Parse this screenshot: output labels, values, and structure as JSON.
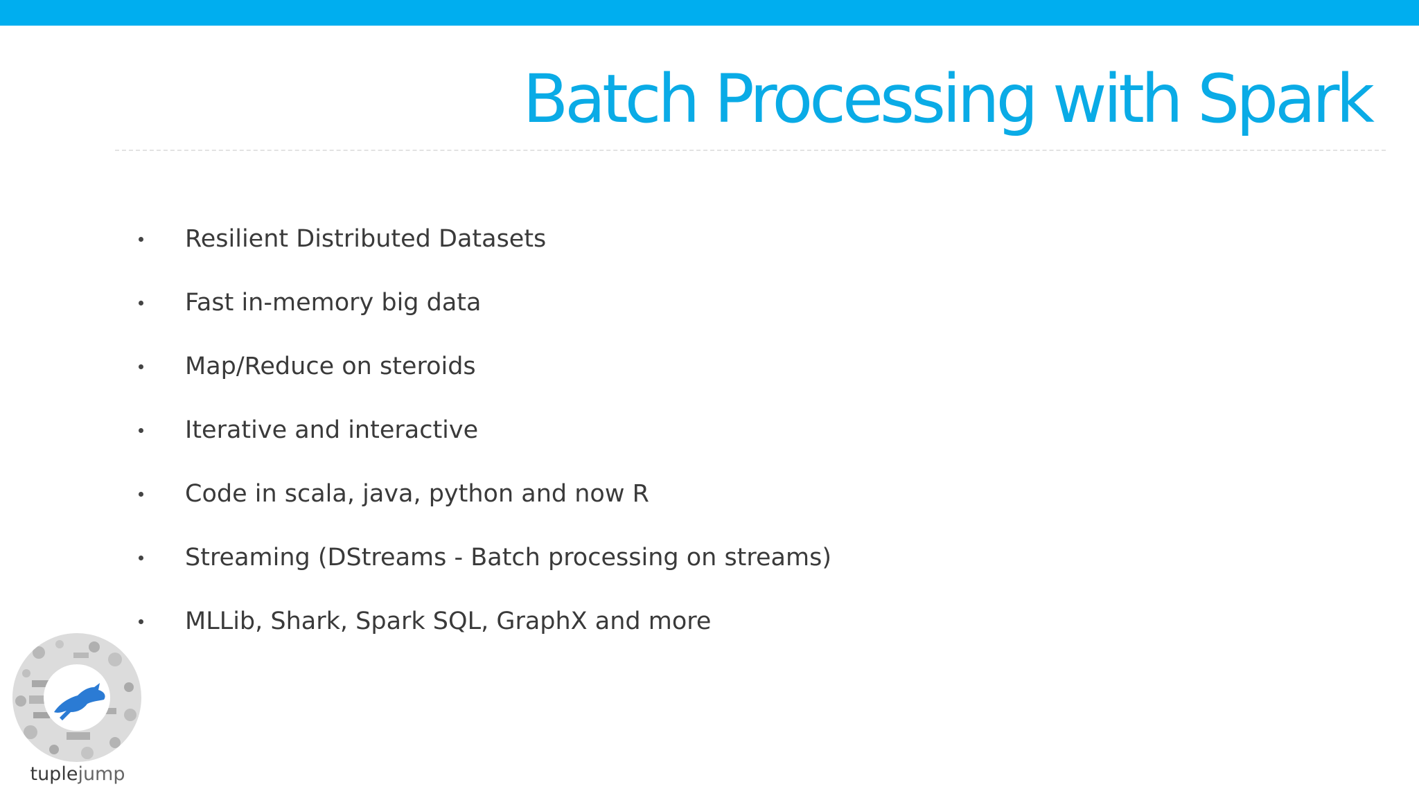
{
  "slide": {
    "title": "Batch Processing with Spark",
    "bullets": [
      "Resilient Distributed Datasets",
      "Fast in-memory big data",
      "Map/Reduce on steroids",
      "Iterative and interactive",
      "Code in scala, java, python and now R",
      "Streaming (DStreams - Batch processing on streams)",
      "MLLib, Shark, Spark SQL, GraphX and more"
    ]
  },
  "logo": {
    "wordmark_bold": "tuple",
    "wordmark_light": "jump",
    "icon": "leaping-hare-icon"
  },
  "colors": {
    "accent": "#00aeef",
    "title": "#0aabe6",
    "text": "#3a3a3a",
    "logo_hare": "#2b7bd4"
  }
}
